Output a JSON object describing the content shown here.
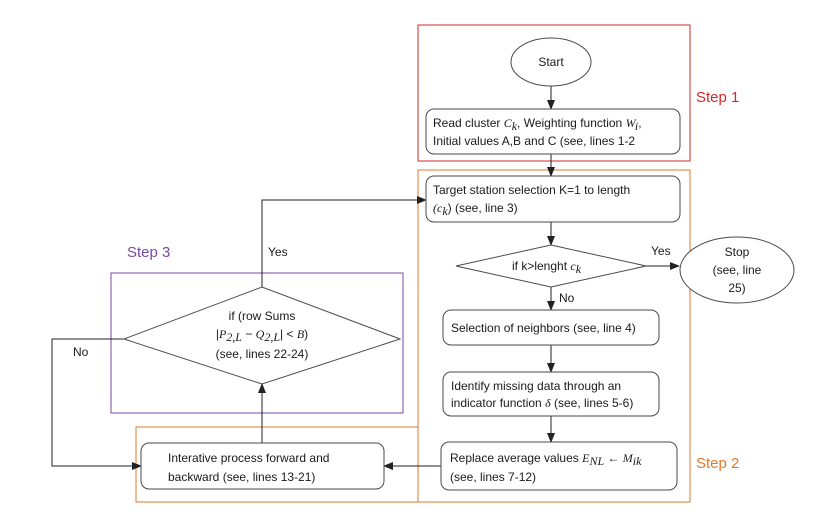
{
  "colors": {
    "step1": "#d22a2a",
    "step2": "#e0792f",
    "step3": "#7a4aa0",
    "node_border": "#4a4a4a",
    "arrow": "#222222"
  },
  "steps": {
    "step1": "Step 1",
    "step2": "Step 2",
    "step3": "Step 3"
  },
  "nodes": {
    "start": "Start",
    "read_cluster": {
      "line1_a": "Read cluster ",
      "line1_ck": "C",
      "line1_ck_sub": "k",
      "line1_b": ", Weighting function ",
      "line1_w": "W",
      "line1_w_sub": "i",
      "line1_c": ",",
      "line2": "Initial values A,B and C (see, lines 1-2"
    },
    "target_station": {
      "line1": "Target station selection K=1 to length",
      "line2_paren_open": "(",
      "line2_c": "c",
      "line2_c_sub": "k",
      "line2_rest": ") (see, line 3)"
    },
    "decision_k": {
      "text": "if k>lenght ",
      "c": "c",
      "c_sub": "k"
    },
    "stop": {
      "line1": "Stop",
      "line2": "(see, line",
      "line3": "25)"
    },
    "neighbors": "Selection of neighbors (see, line 4)",
    "missing_data": {
      "line1": "Identify missing data through an",
      "line2_a": "indicator function ",
      "line2_delta": "δ",
      "line2_b": " (see, lines 5-6)"
    },
    "replace": {
      "line1_a": "Replace average values ",
      "line1_e": "E",
      "line1_e_sub": "NL",
      "line1_arrow": " ← ",
      "line1_m": "M",
      "line1_m_sub": "ik",
      "line2": "(see, lines 7-12)"
    },
    "iterative": {
      "line1": "Interative process forward and",
      "line2": "backward (see, lines 13-21)"
    },
    "decision_row": {
      "line1": "if (row Sums",
      "line2_a": "|",
      "line2_p": "P",
      "line2_p_sub": "2,L",
      "line2_minus": " − ",
      "line2_q": "Q",
      "line2_q_sub": "2,L",
      "line2_b": "| < ",
      "line2_B": "B",
      "line2_c": ")",
      "line3": "(see, lines 22-24)"
    }
  },
  "edge_labels": {
    "yes_stop": "Yes",
    "no_down": "No",
    "yes_loop": "Yes",
    "no_left": "No"
  }
}
